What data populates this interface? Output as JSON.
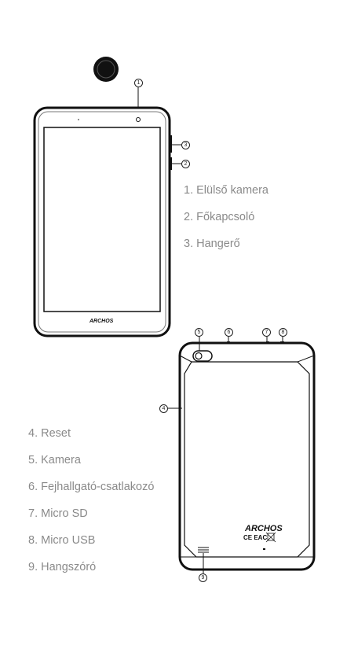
{
  "brand": "ARCHOS",
  "front_legend": [
    "1. Elülső kamera",
    "2. Főkapcsoló",
    "3. Hangerő"
  ],
  "back_legend": [
    "4. Reset",
    "5. Kamera",
    "6. Fejhallgató-csatlakozó",
    "7. Micro SD",
    "8. Micro USB",
    "9. Hangszóró"
  ],
  "callouts": [
    "1",
    "2",
    "3",
    "4",
    "5",
    "6",
    "7",
    "8",
    "9"
  ],
  "back_marks": "CE EAC"
}
